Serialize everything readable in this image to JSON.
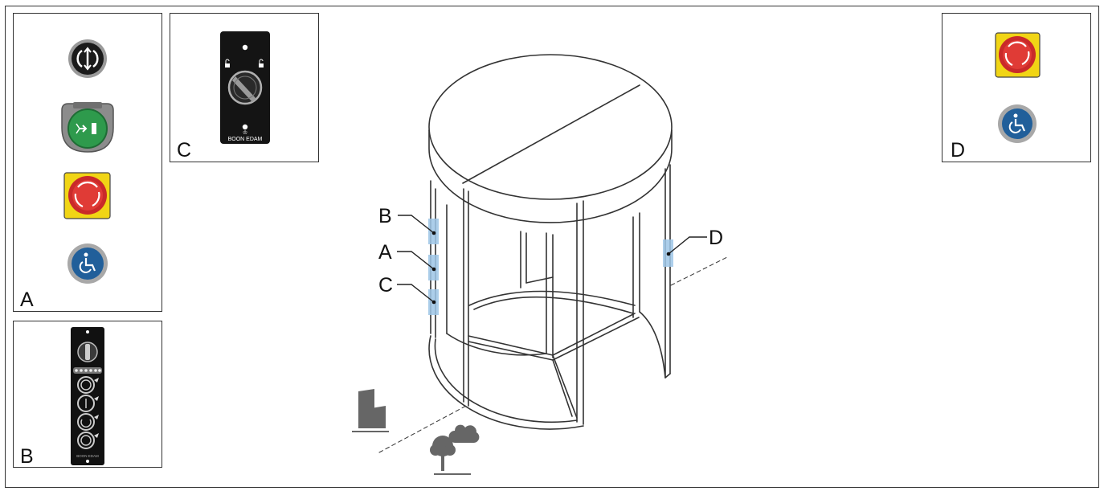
{
  "panels": {
    "a": {
      "letter": "A"
    },
    "b": {
      "letter": "B",
      "brand": "BOON EDAM"
    },
    "c": {
      "letter": "C",
      "brand": "BOON EDAM"
    },
    "d": {
      "letter": "D"
    }
  },
  "callouts": {
    "a": "A",
    "b": "B",
    "c": "C",
    "d": "D"
  },
  "colors": {
    "line": "#333333",
    "green_button": "#2e9a4c",
    "emergency_red": "#e03b36",
    "emergency_yellow": "#f1d515",
    "accessibility_blue": "#215f9a",
    "highlight": "#9ec6e6",
    "panel_black": "#111111"
  }
}
